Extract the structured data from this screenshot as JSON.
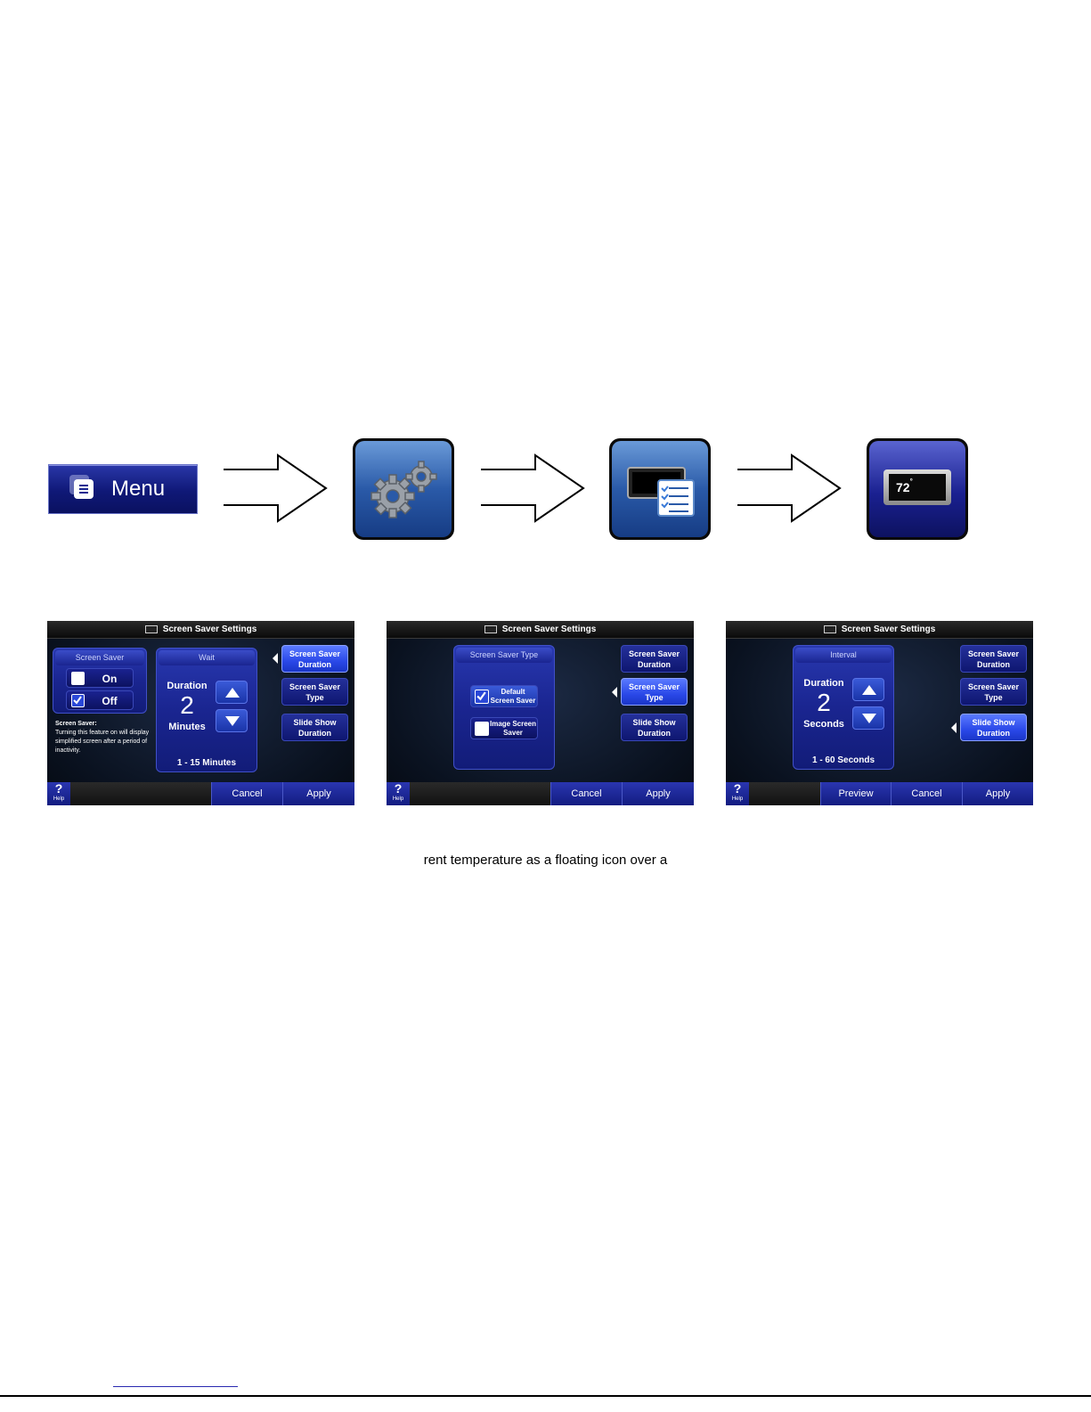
{
  "nav": {
    "menu_label": "Menu",
    "steps": [
      "menu-button",
      "settings-gears-icon",
      "display-settings-icon",
      "screen-saver-icon"
    ],
    "thermostat_preview_temp": "72",
    "thermostat_preview_unit": "°"
  },
  "screen1": {
    "title": "Screen Saver Settings",
    "screen_saver_head": "Screen Saver",
    "on_label": "On",
    "off_label": "Off",
    "selected": "Off",
    "desc_title": "Screen Saver:",
    "desc_body": "Turning this feature on will display simplified screen after a period of inactivity.",
    "wait_head": "Wait",
    "duration_label": "Duration",
    "duration_value": "2",
    "duration_unit": "Minutes",
    "range": "1 - 15 Minutes",
    "side": [
      "Screen Saver Duration",
      "Screen Saver Type",
      "Slide Show Duration"
    ],
    "active_side": 0,
    "help_label": "Help",
    "help_symbol": "?",
    "cancel_label": "Cancel",
    "apply_label": "Apply"
  },
  "screen2": {
    "title": "Screen Saver Settings",
    "type_head": "Screen Saver Type",
    "default_label": "Default Screen Saver",
    "image_label": "Image Screen Saver",
    "selected": "Default Screen Saver",
    "side": [
      "Screen Saver Duration",
      "Screen Saver Type",
      "Slide Show Duration"
    ],
    "active_side": 1,
    "help_label": "Help",
    "help_symbol": "?",
    "cancel_label": "Cancel",
    "apply_label": "Apply"
  },
  "screen3": {
    "title": "Screen Saver Settings",
    "interval_head": "Interval",
    "duration_label": "Duration",
    "duration_value": "2",
    "duration_unit": "Seconds",
    "range": "1 - 60 Seconds",
    "side": [
      "Screen Saver Duration",
      "Screen Saver Type",
      "Slide Show Duration"
    ],
    "active_side": 2,
    "help_label": "Help",
    "help_symbol": "?",
    "preview_label": "Preview",
    "cancel_label": "Cancel",
    "apply_label": "Apply"
  },
  "caption": "rent temperature as a floating icon over a",
  "colors": {
    "accent_blue": "#2a48e8",
    "navy": "#1a2590",
    "screen_bg": "#0a1220"
  }
}
